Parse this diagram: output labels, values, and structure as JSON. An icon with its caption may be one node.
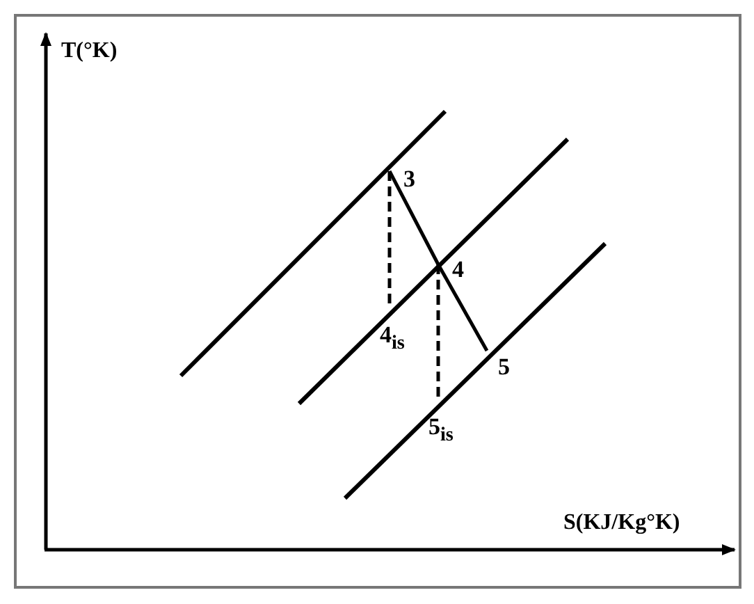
{
  "diagram": {
    "nodes": [
      {
        "text": [
          "3"
        ]
      },
      {
        "text": [
          "4"
        ]
      },
      {
        "text": [
          "5"
        ]
      },
      {
        "text": [
          "4$_{is}$"
        ]
      },
      {
        "text": [
          "5$_{is}$"
        ]
      }
    ],
    "edges": [
      {
        "from": 0,
        "to": 1,
        "arrow": "none"
      },
      {
        "from": 1,
        "to": 2,
        "arrow": "none"
      },
      {
        "from": 0,
        "to": 3,
        "arrow": "none",
        "style": "dashed"
      },
      {
        "from": 1,
        "to": 4,
        "arrow": "none",
        "style": "dashed"
      }
    ],
    "labels": [
      "T(°K)",
      "S(KJ/Kg°K)"
    ]
  }
}
